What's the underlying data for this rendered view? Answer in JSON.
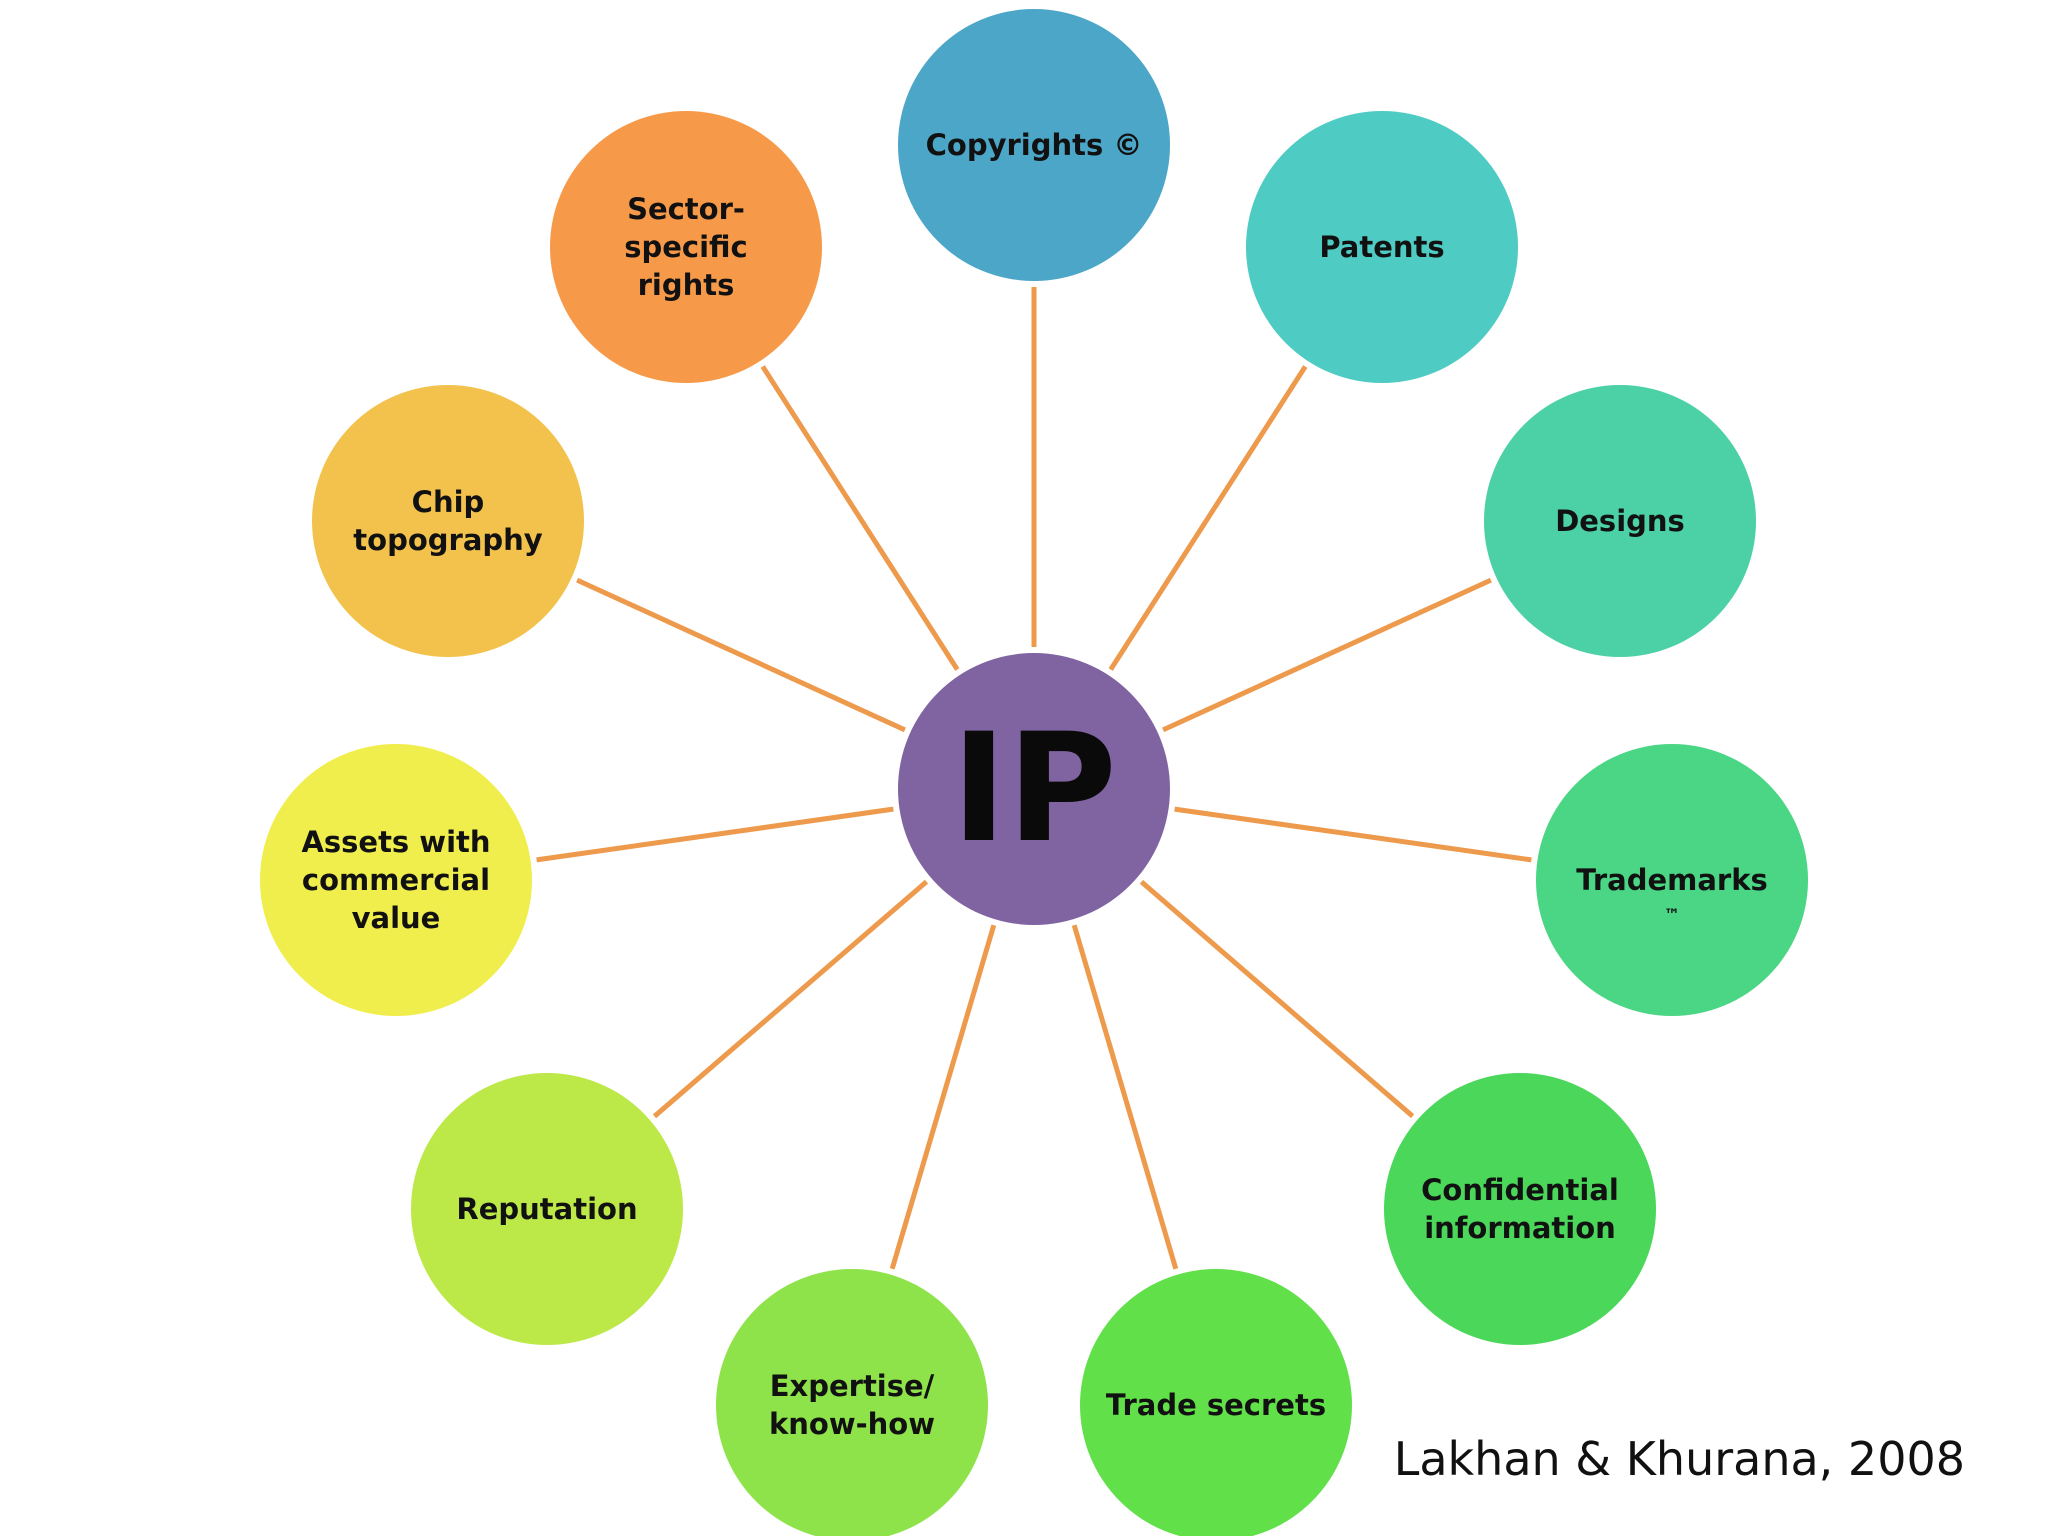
{
  "hub": {
    "label": "IP",
    "color": "#8063A1"
  },
  "connector_color": "#EE9A4D",
  "nodes": [
    {
      "id": "copyrights",
      "lines": [
        "Copyrights ©"
      ],
      "color": "#4BA6C8"
    },
    {
      "id": "patents",
      "lines": [
        "Patents"
      ],
      "color": "#4ECBC3"
    },
    {
      "id": "designs",
      "lines": [
        "Designs"
      ],
      "color": "#4CD0A5"
    },
    {
      "id": "trademarks",
      "lines": [
        "Trademarks"
      ],
      "sub": "™",
      "color": "#4AD684"
    },
    {
      "id": "confidential-information",
      "lines": [
        "Confidential",
        "information"
      ],
      "color": "#4AD75A"
    },
    {
      "id": "trade-secrets",
      "lines": [
        "Trade secrets"
      ],
      "color": "#62E04A"
    },
    {
      "id": "expertise-know-how",
      "lines": [
        "Expertise/",
        "know-how"
      ],
      "color": "#8FE34A"
    },
    {
      "id": "reputation",
      "lines": [
        "Reputation"
      ],
      "color": "#BCE948"
    },
    {
      "id": "assets-with-commercial-value",
      "lines": [
        "Assets with",
        "commercial",
        "value"
      ],
      "color": "#F0EE4C"
    },
    {
      "id": "chip-topography",
      "lines": [
        "Chip",
        "topography"
      ],
      "color": "#F2C24C"
    },
    {
      "id": "sector-specific-rights",
      "lines": [
        "Sector-",
        "specific",
        "rights"
      ],
      "color": "#F69A4A"
    }
  ],
  "citation": "Lakhan & Khurana, 2008"
}
